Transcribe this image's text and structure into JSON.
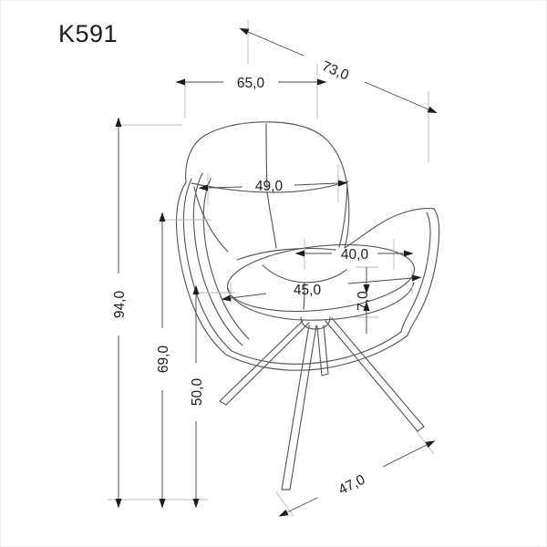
{
  "document": {
    "title": "K591",
    "type": "technical-dimension-drawing",
    "subject": "swivel armchair",
    "units": "cm",
    "decimal_separator": ",",
    "background_color": "#ffffff",
    "line_color": "#58585a",
    "dimension_color": "#1d1d1d",
    "frame_color": "#f2f2f4"
  },
  "dimensions": {
    "overall_width": {
      "label": "65,0",
      "orientation": "horizontal",
      "location": "top"
    },
    "overall_depth": {
      "label": "73,0",
      "orientation": "diagonal",
      "location": "top-right"
    },
    "backrest_width": {
      "label": "49,0",
      "orientation": "horizontal",
      "location": "backrest"
    },
    "seat_depth": {
      "label": "40,0",
      "orientation": "horizontal",
      "location": "seat-upper"
    },
    "seat_width": {
      "label": "45,0",
      "orientation": "horizontal",
      "location": "seat"
    },
    "seat_thickness": {
      "label": "7,0",
      "orientation": "vertical-rotated",
      "location": "seat-edge"
    },
    "total_height": {
      "label": "94,0",
      "orientation": "vertical-rotated",
      "location": "left-outer"
    },
    "armrest_height": {
      "label": "69,0",
      "orientation": "vertical-rotated",
      "location": "left-middle"
    },
    "seat_height": {
      "label": "50,0",
      "orientation": "vertical-rotated",
      "location": "left-inner"
    },
    "base_span": {
      "label": "47,0",
      "orientation": "diagonal",
      "location": "bottom"
    }
  }
}
